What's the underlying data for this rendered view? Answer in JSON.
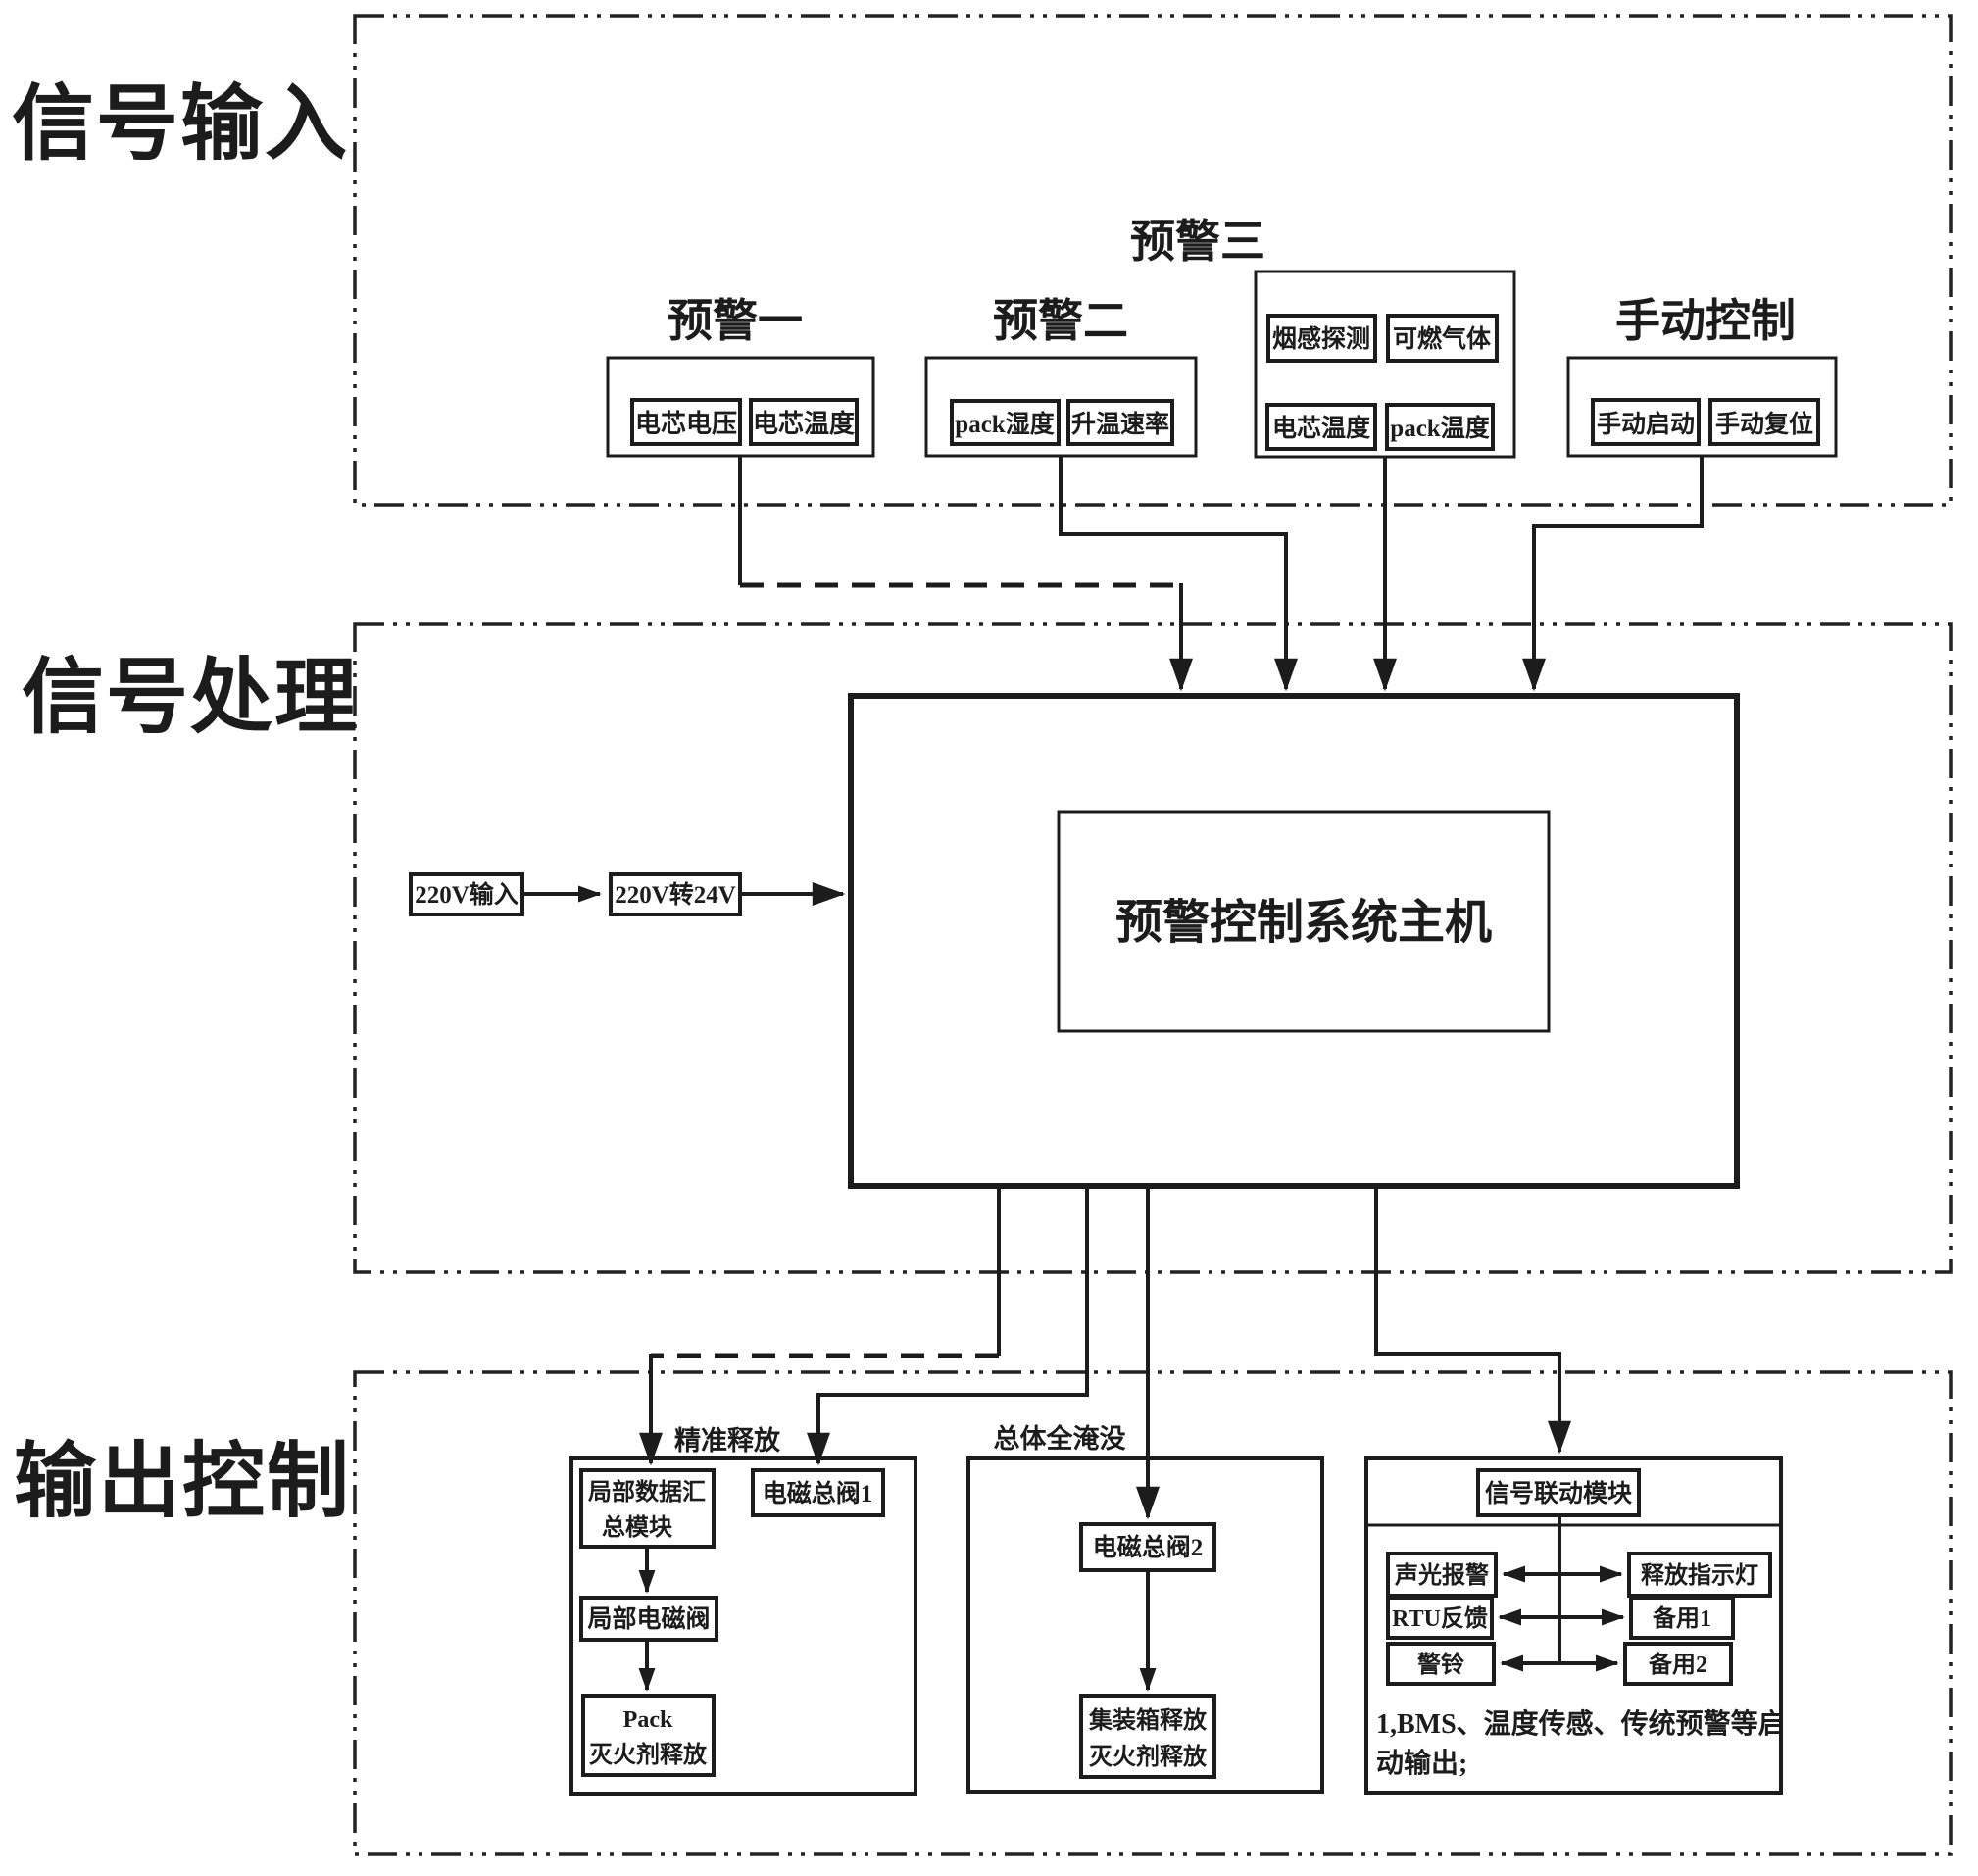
{
  "colors": {
    "ink": "#1c1c1c",
    "background": "#ffffff"
  },
  "sections": {
    "input": {
      "label": "信号输入"
    },
    "process": {
      "label": "信号处理"
    },
    "output": {
      "label": "输出控制"
    }
  },
  "input_groups": {
    "warning1": {
      "title": "预警一",
      "chip1": "电芯电压",
      "chip2": "电芯温度"
    },
    "warning2": {
      "title": "预警二",
      "chip1": "pack湿度",
      "chip2": "升温速率"
    },
    "warning3": {
      "title": "预警三",
      "chip1": "烟感探测",
      "chip2": "可燃气体",
      "chip3": "电芯温度",
      "chip4": "pack温度"
    },
    "manual": {
      "title": "手动控制",
      "chip1": "手动启动",
      "chip2": "手动复位"
    }
  },
  "power": {
    "source": "220V输入",
    "converter": "220V转24V"
  },
  "main_host": {
    "label": "预警控制系统主机"
  },
  "output_groups": {
    "precise": {
      "title": "精准释放",
      "data_module_line1": "局部数据汇",
      "data_module_line2": "总模块",
      "main_valve1": "电磁总阀1",
      "local_valve": "局部电磁阀",
      "pack_release_line1": "Pack",
      "pack_release_line2": "灭火剂释放"
    },
    "flood": {
      "title": "总体全淹没",
      "main_valve2": "电磁总阀2",
      "container_release_line1": "集装箱释放",
      "container_release_line2": "灭火剂释放"
    },
    "linkage": {
      "title": "信号联动模块",
      "left1": "声光报警",
      "left2": "RTU反馈",
      "left3": "警铃",
      "right1": "释放指示灯",
      "right2": "备用1",
      "right3": "备用2",
      "note_line1": "1,BMS、温度传感、传统预警等启",
      "note_line2": "动输出;"
    }
  }
}
